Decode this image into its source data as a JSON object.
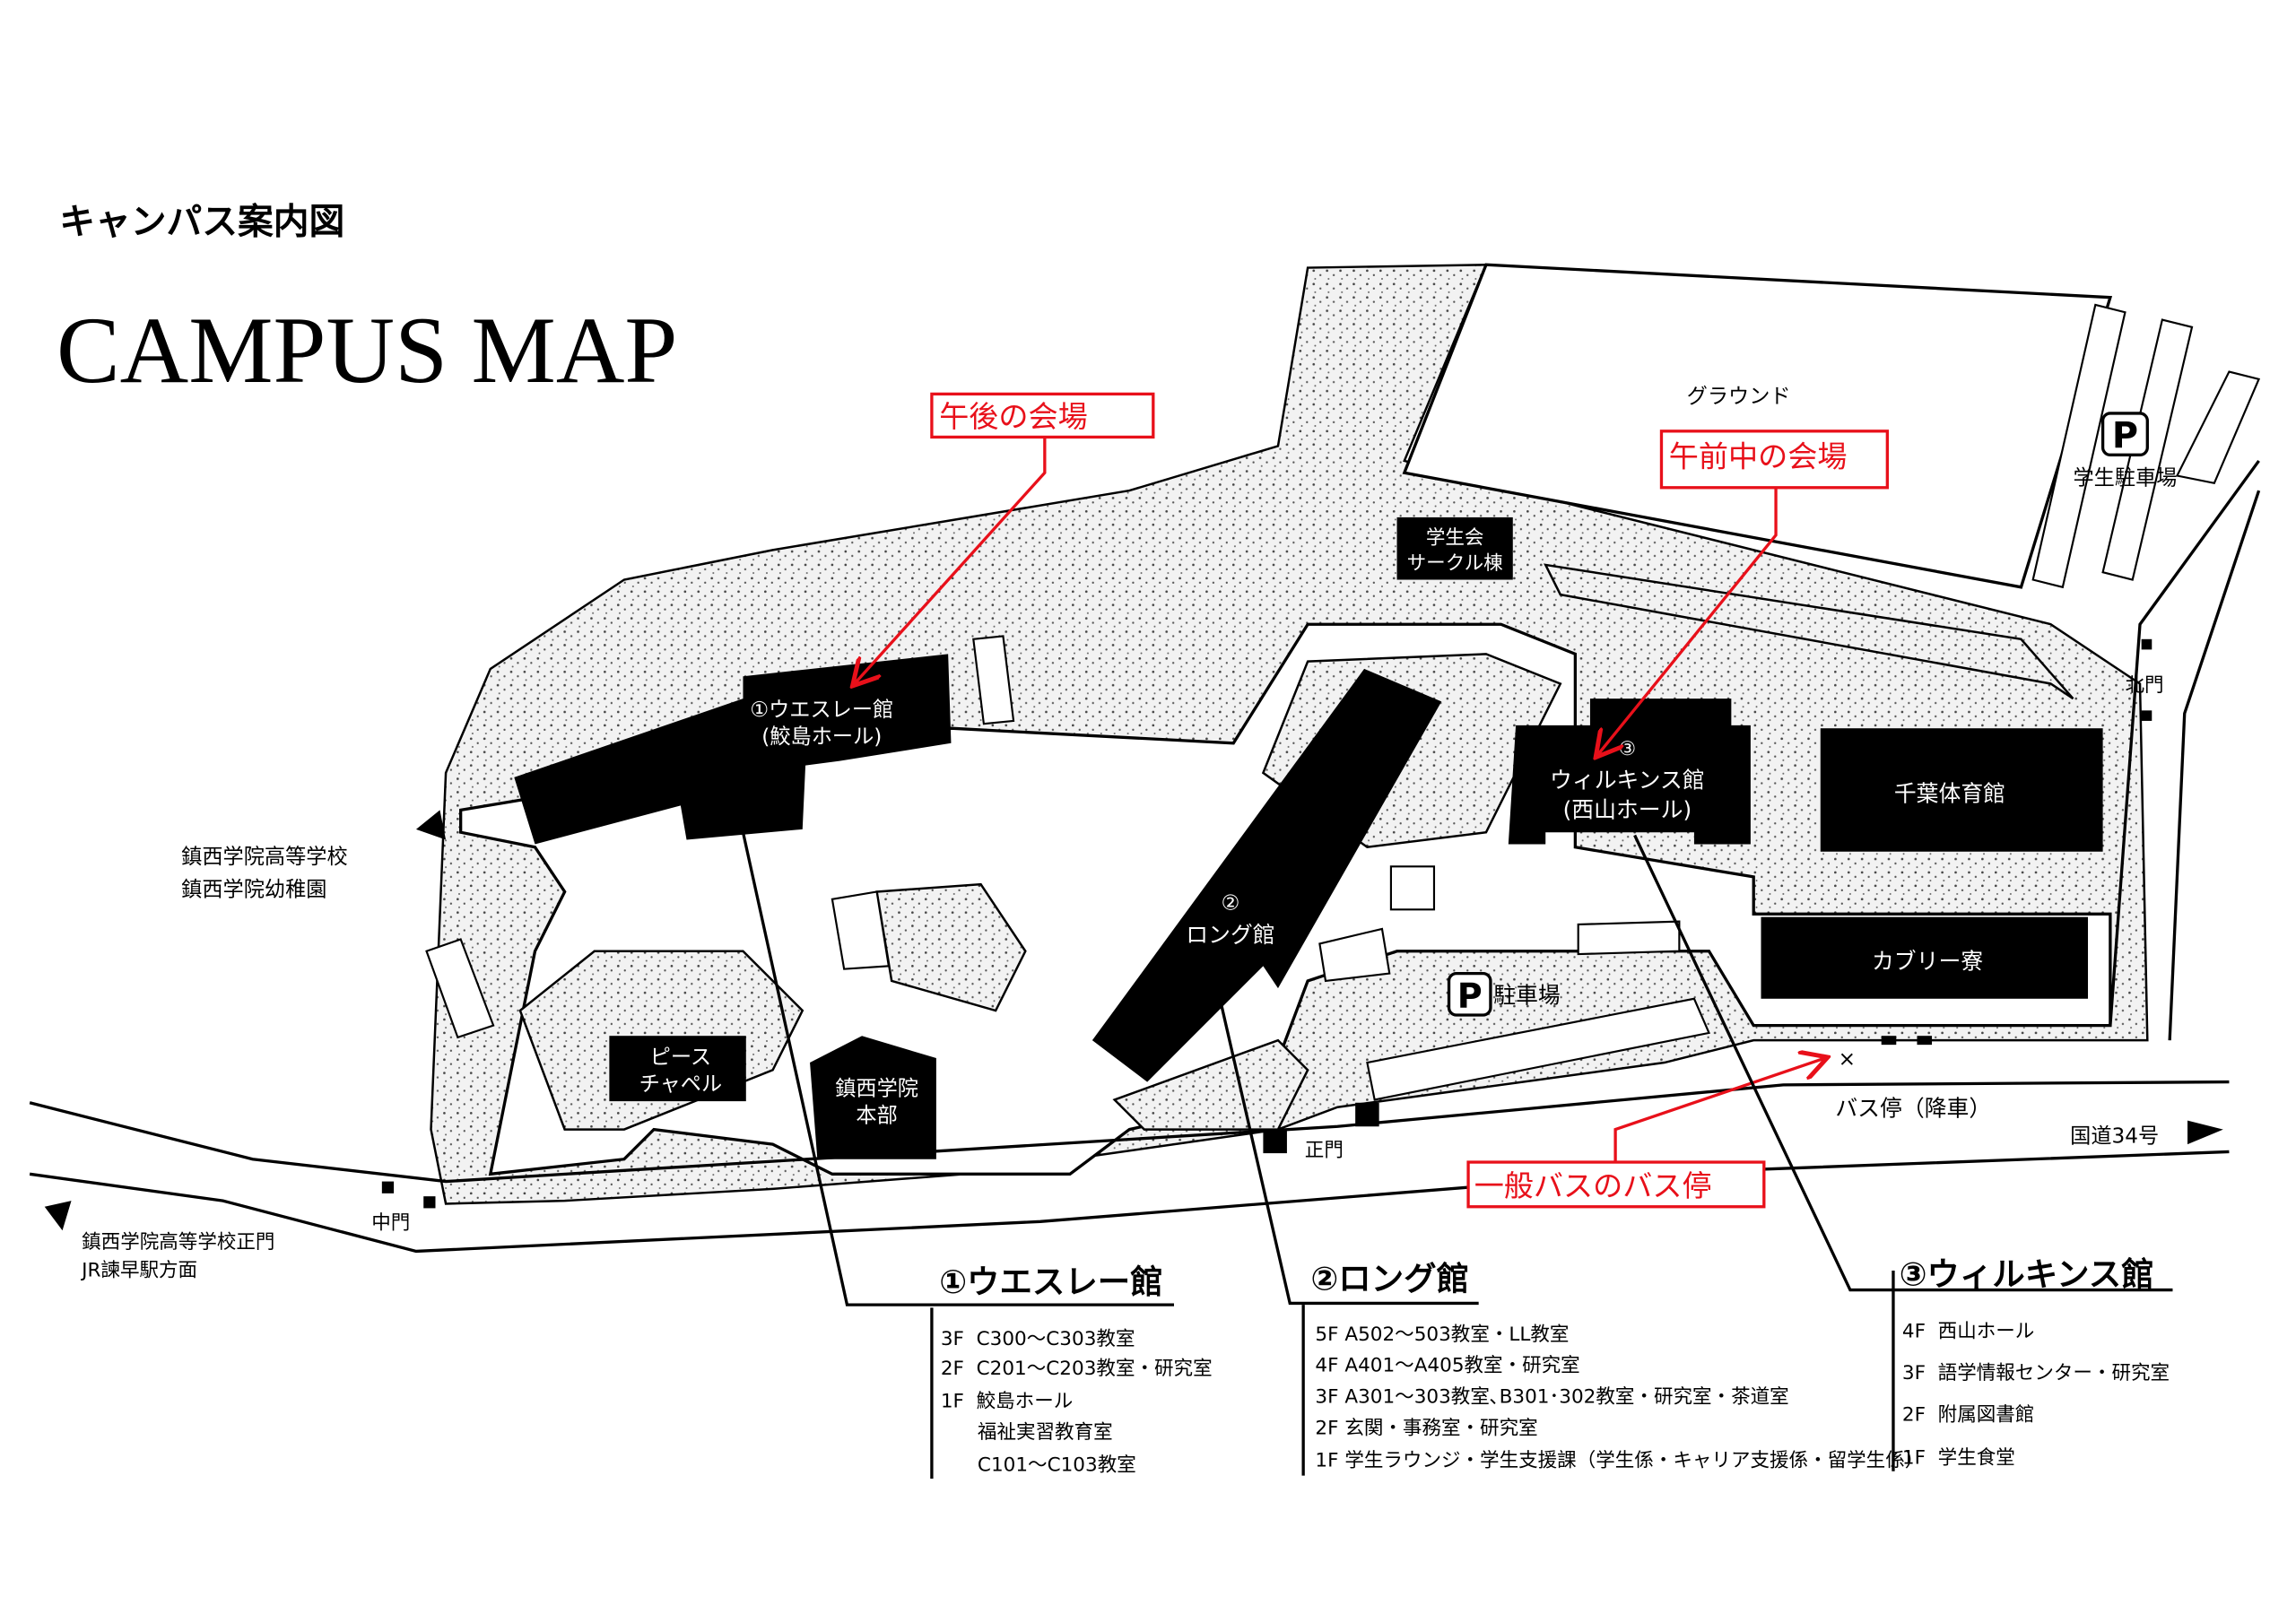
{
  "header": {
    "title_jp": "キャンパス案内図",
    "title_en": "CAMPUS MAP"
  },
  "callouts": {
    "afternoon": "午後の会場",
    "morning": "午前中の会場",
    "bus_stop": "一般バスのバス停"
  },
  "colors": {
    "callout": "#e8101a",
    "building": "#111111"
  },
  "buildings": {
    "wesley_line1": "①ウエスレー館",
    "wesley_line2": "(鮫島ホール)",
    "long_num": "②",
    "long_name": "ロング館",
    "wilkins_num": "③",
    "wilkins_line1": "ウィルキンス館",
    "wilkins_line2": "(西山ホール)",
    "gym": "千葉体育館",
    "dorm": "カブリー寮",
    "chapel_line1": "ピース",
    "chapel_line2": "チャペル",
    "hq_line1": "鎮西学院",
    "hq_line2": "本部",
    "club_line1": "学生会",
    "club_line2": "サークル棟"
  },
  "labels": {
    "ground": "グラウンド",
    "student_parking": "学生駐車場",
    "parking_icon": "P",
    "parking": "駐車場",
    "north_gate": "北門",
    "main_gate": "正門",
    "middle_gate": "中門",
    "bus_stop_drop": "バス停（降車）",
    "route34": "国道34号",
    "highschool": "鎮西学院高等学校",
    "kindergarten": "鎮西学院幼稚園",
    "hs_main_gate": "鎮西学院高等学校正門",
    "jr_station": "JR諫早駅方面",
    "bus_mark": "×"
  },
  "legend": [
    {
      "title": "①ウエスレー館",
      "floors": [
        "3F  C300〜C303教室",
        "2F  C201〜C203教室・研究室",
        "1F  鮫島ホール",
        "      福祉実習教育室",
        "      C101〜C103教室"
      ]
    },
    {
      "title": "②ロング館",
      "floors": [
        "5F A502〜503教室・LL教室",
        "4F A401〜A405教室・研究室",
        "3F A301〜303教室､B301･302教室・研究室・茶道室",
        "2F 玄関・事務室・研究室",
        "1F 学生ラウンジ・学生支援課（学生係・キャリア支援係・留学生係）"
      ]
    },
    {
      "title": "③ウィルキンス館",
      "floors": [
        "4F  西山ホール",
        "3F  語学情報センター・研究室",
        "2F  附属図書館",
        "1F  学生食堂"
      ]
    }
  ]
}
